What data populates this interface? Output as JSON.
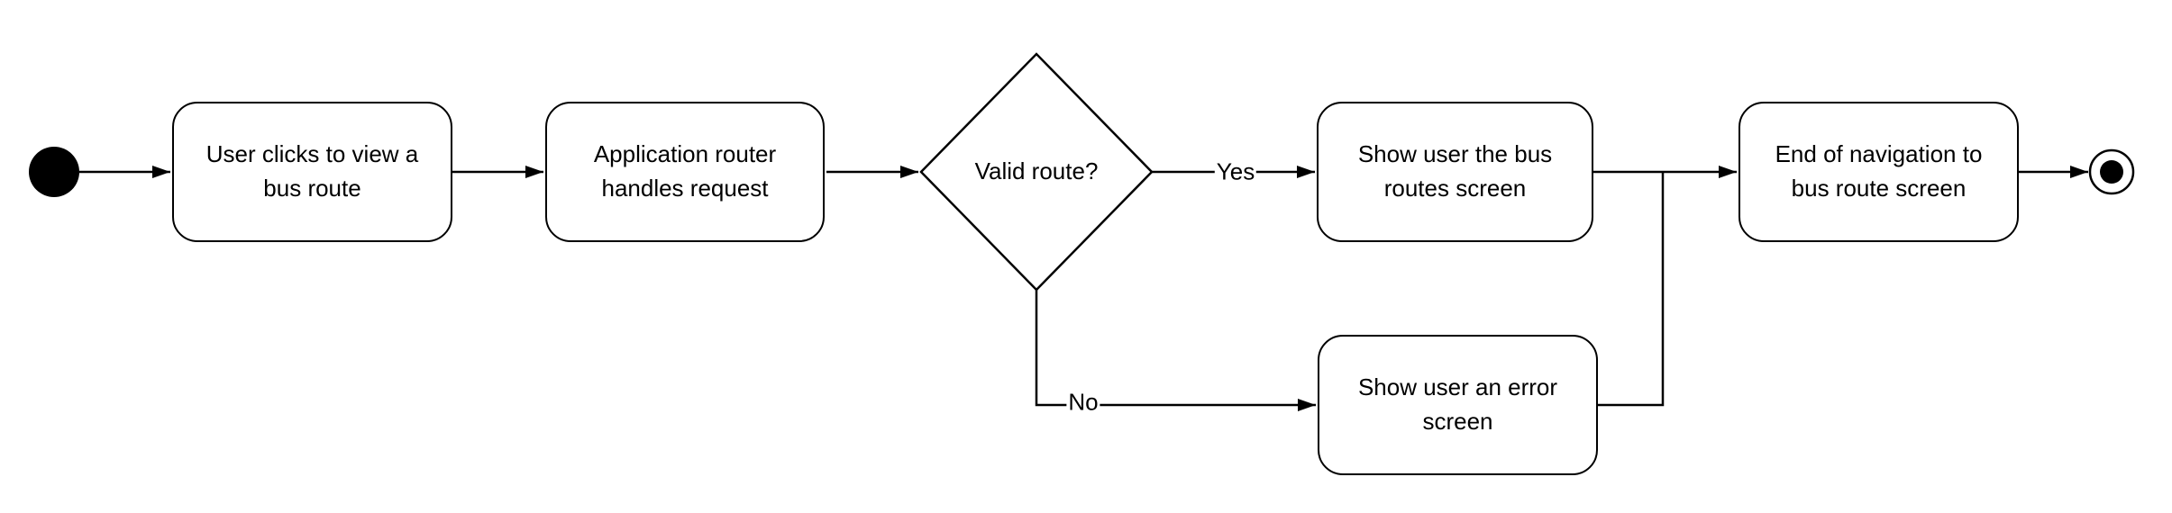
{
  "colors": {
    "stroke": "#000000",
    "node_fill": "#ffffff",
    "text": "#000000",
    "background": "#ffffff"
  },
  "nodes": {
    "start": {
      "type": "initial-node"
    },
    "step1": {
      "label": "User clicks to view a\nbus route"
    },
    "step2": {
      "label": "Application router\nhandles request"
    },
    "decision": {
      "label": "Valid route?"
    },
    "step_yes": {
      "label": "Show user the bus\nroutes screen"
    },
    "step_no": {
      "label": "Show user an error\nscreen"
    },
    "step_end": {
      "label": "End of navigation to\nbus route screen"
    },
    "final": {
      "type": "final-node"
    }
  },
  "edge_labels": {
    "yes": "Yes",
    "no": "No"
  }
}
